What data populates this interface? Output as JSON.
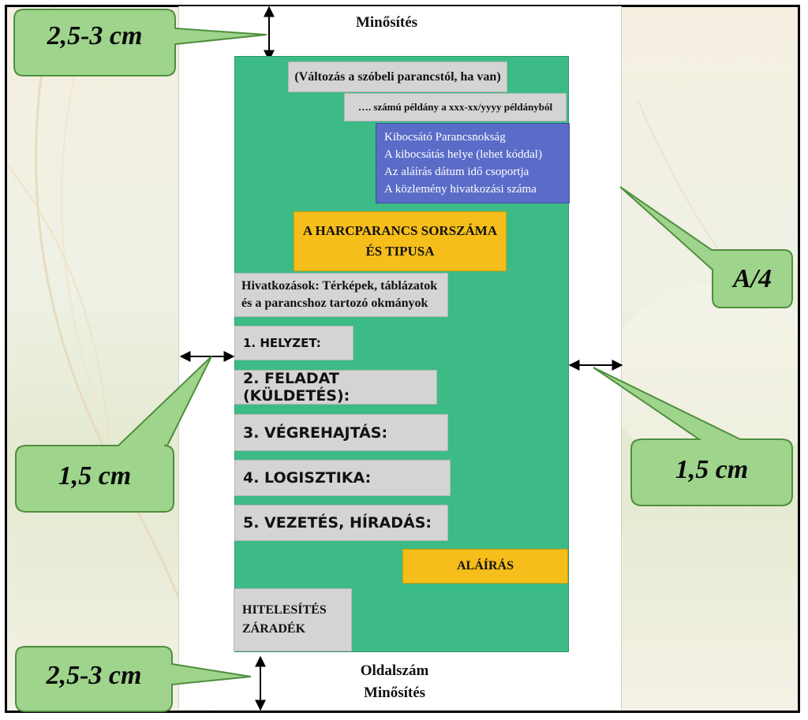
{
  "top": {
    "classification": "Minősítés"
  },
  "bottom": {
    "page_number": "Oldalszám",
    "classification": "Minősítés"
  },
  "boxes": {
    "change": "(Változás a szóbeli parancstól, ha van)",
    "copy": "…. számú példány a xxx-xx/yyyy példányból",
    "issuer_lines": [
      "Kibocsátó Parancsnokság",
      "A kibocsátás helye (lehet kóddal)",
      "Az aláírás dátum idő csoportja",
      "A közlemény hivatkozási száma"
    ],
    "order_title_lines": [
      "A HARCPARANCS SORSZÁMA",
      "ÉS TIPUSA"
    ],
    "references_lines": [
      "Hivatkozások: Térképek, táblázatok",
      "és a parancshoz tartozó okmányok"
    ],
    "sections": [
      "1. HELYZET:",
      "2. FELADAT (KÜLDETÉS):",
      "3. VÉGREHAJTÁS:",
      "4. LOGISZTIKA:",
      "5. VEZETÉS, HÍRADÁS:"
    ],
    "signature": "ALÁÍRÁS",
    "authentication_lines": [
      "HITELESÍTÉS",
      "ZÁRADÉK"
    ]
  },
  "callouts": {
    "top_margin": "2,5-3 cm",
    "paper_size": "A/4",
    "left_margin": "1,5 cm",
    "right_margin": "1,5 cm",
    "bottom_margin": "2,5-3 cm"
  },
  "colors": {
    "callout_fill": "#9ed48b",
    "body_green": "#3dbb86",
    "title_gold": "#f5be1a",
    "issuer_blue": "#5a6cc8",
    "box_gray": "#d4d4d4"
  }
}
